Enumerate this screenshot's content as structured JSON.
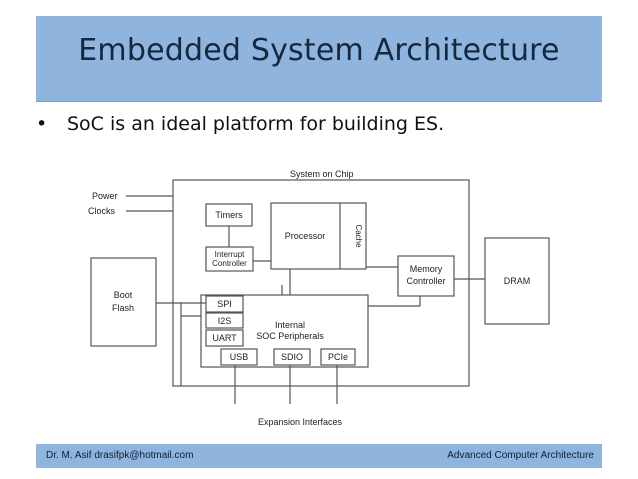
{
  "slide": {
    "title": "Embedded System Architecture",
    "bullet": "SoC is an ideal platform for building ES.",
    "bullet_symbol": "•"
  },
  "diagram": {
    "soc_label": "System on Chip",
    "power": "Power",
    "clocks": "Clocks",
    "timers": "Timers",
    "interrupt_1": "Interrupt",
    "interrupt_2": "Controller",
    "processor": "Processor",
    "cache": "Cache",
    "memory_1": "Memory",
    "memory_2": "Controller",
    "dram": "DRAM",
    "boot_1": "Boot",
    "boot_2": "Flash",
    "spi": "SPI",
    "i2s": "I2S",
    "uart": "UART",
    "internal_1": "Internal",
    "internal_2": "SOC Peripherals",
    "usb": "USB",
    "sdio": "SDIO",
    "pcie": "PCIe",
    "expansion": "Expansion Interfaces"
  },
  "footer": {
    "author": "Dr. M. Asif  drasifpk@hotmail.com",
    "course": "Advanced Computer Architecture"
  },
  "colors": {
    "band": "#8fb4de",
    "title_text": "#16283d",
    "diagram_line": "#555555"
  }
}
